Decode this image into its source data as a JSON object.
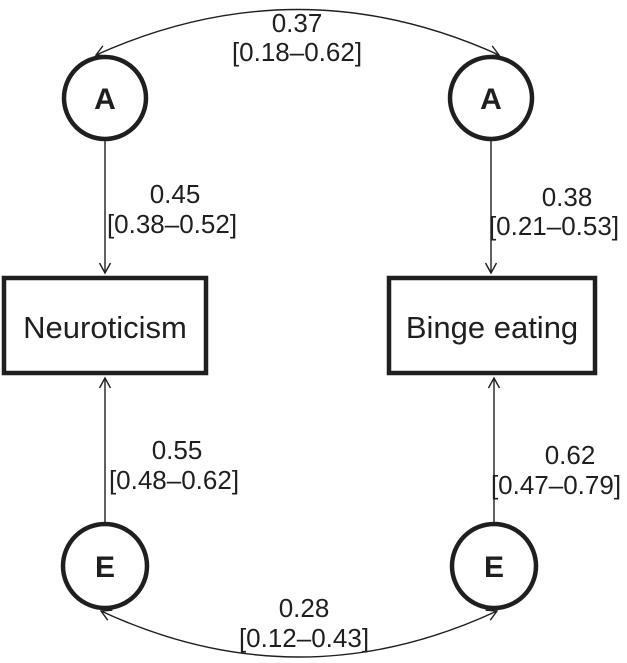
{
  "figure": {
    "type": "path-diagram",
    "model": "bivariate AE twin model",
    "colors": {
      "background": "#ffffff",
      "ink": "#1f1f1f"
    },
    "latent_nodes": {
      "a_left": {
        "label": "A"
      },
      "a_right": {
        "label": "A"
      },
      "e_left": {
        "label": "E"
      },
      "e_right": {
        "label": "E"
      }
    },
    "observed_nodes": {
      "neuroticism": {
        "label": "Neuroticism"
      },
      "binge_eating": {
        "label": "Binge eating"
      }
    },
    "paths": {
      "genetic_correlation": {
        "estimate": "0.37",
        "ci": "[0.18–0.62]"
      },
      "a_to_neuroticism": {
        "estimate": "0.45",
        "ci": "[0.38–0.52]"
      },
      "a_to_binge_eating": {
        "estimate": "0.38",
        "ci": "[0.21–0.53]"
      },
      "e_to_neuroticism": {
        "estimate": "0.55",
        "ci": "[0.48–0.62]"
      },
      "e_to_binge_eating": {
        "estimate": "0.62",
        "ci": "[0.47–0.79]"
      },
      "environmental_correlation": {
        "estimate": "0.28",
        "ci": "[0.12–0.43]"
      }
    }
  }
}
